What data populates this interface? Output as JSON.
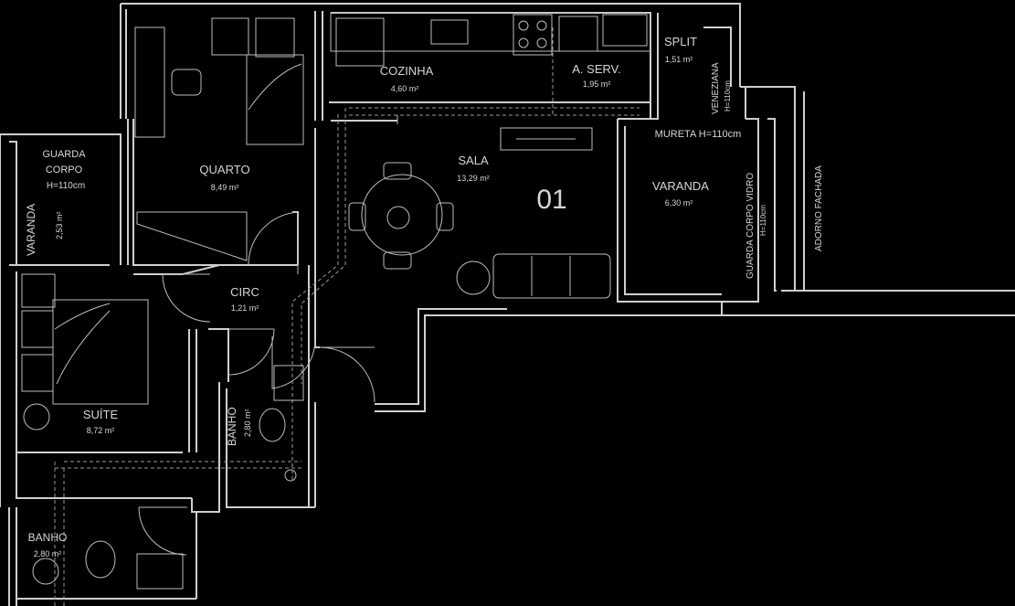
{
  "plan": {
    "unit_number": "01",
    "rooms": {
      "cozinha": {
        "name": "COZINHA",
        "area": "4,60 m²"
      },
      "area_servico": {
        "name": "A. SERV.",
        "area": "1,95 m²"
      },
      "split": {
        "name": "SPLIT",
        "area": "1,51 m²"
      },
      "veneziana": {
        "name": "VENEZIANA",
        "height": "H=110cm"
      },
      "quarto": {
        "name": "QUARTO",
        "area": "8,49 m²"
      },
      "sala": {
        "name": "SALA",
        "area": "13,29 m²"
      },
      "varanda_sala": {
        "name": "VARANDA",
        "area": "6,30 m²"
      },
      "mureta": {
        "name": "MURETA H=110cm"
      },
      "guarda_corpo_vidro": {
        "name": "GUARDA CORPO VIDRO",
        "height": "H=110cm"
      },
      "adorno_fachada": {
        "name": "ADORNO FACHADA"
      },
      "guarda_corpo": {
        "line1": "GUARDA",
        "line2": "CORPO",
        "height": "H=110cm"
      },
      "varanda_quarto": {
        "name": "VARANDA",
        "area": "2,53 m²"
      },
      "circ": {
        "name": "CIRC",
        "area": "1,21 m²"
      },
      "suite": {
        "name": "SUÍTE",
        "area": "8,72 m²"
      },
      "banho_social": {
        "name": "BANHO",
        "area": "2,80 m²"
      },
      "banho_suite": {
        "name": "BANHO",
        "area": "2,80 m²"
      }
    }
  }
}
